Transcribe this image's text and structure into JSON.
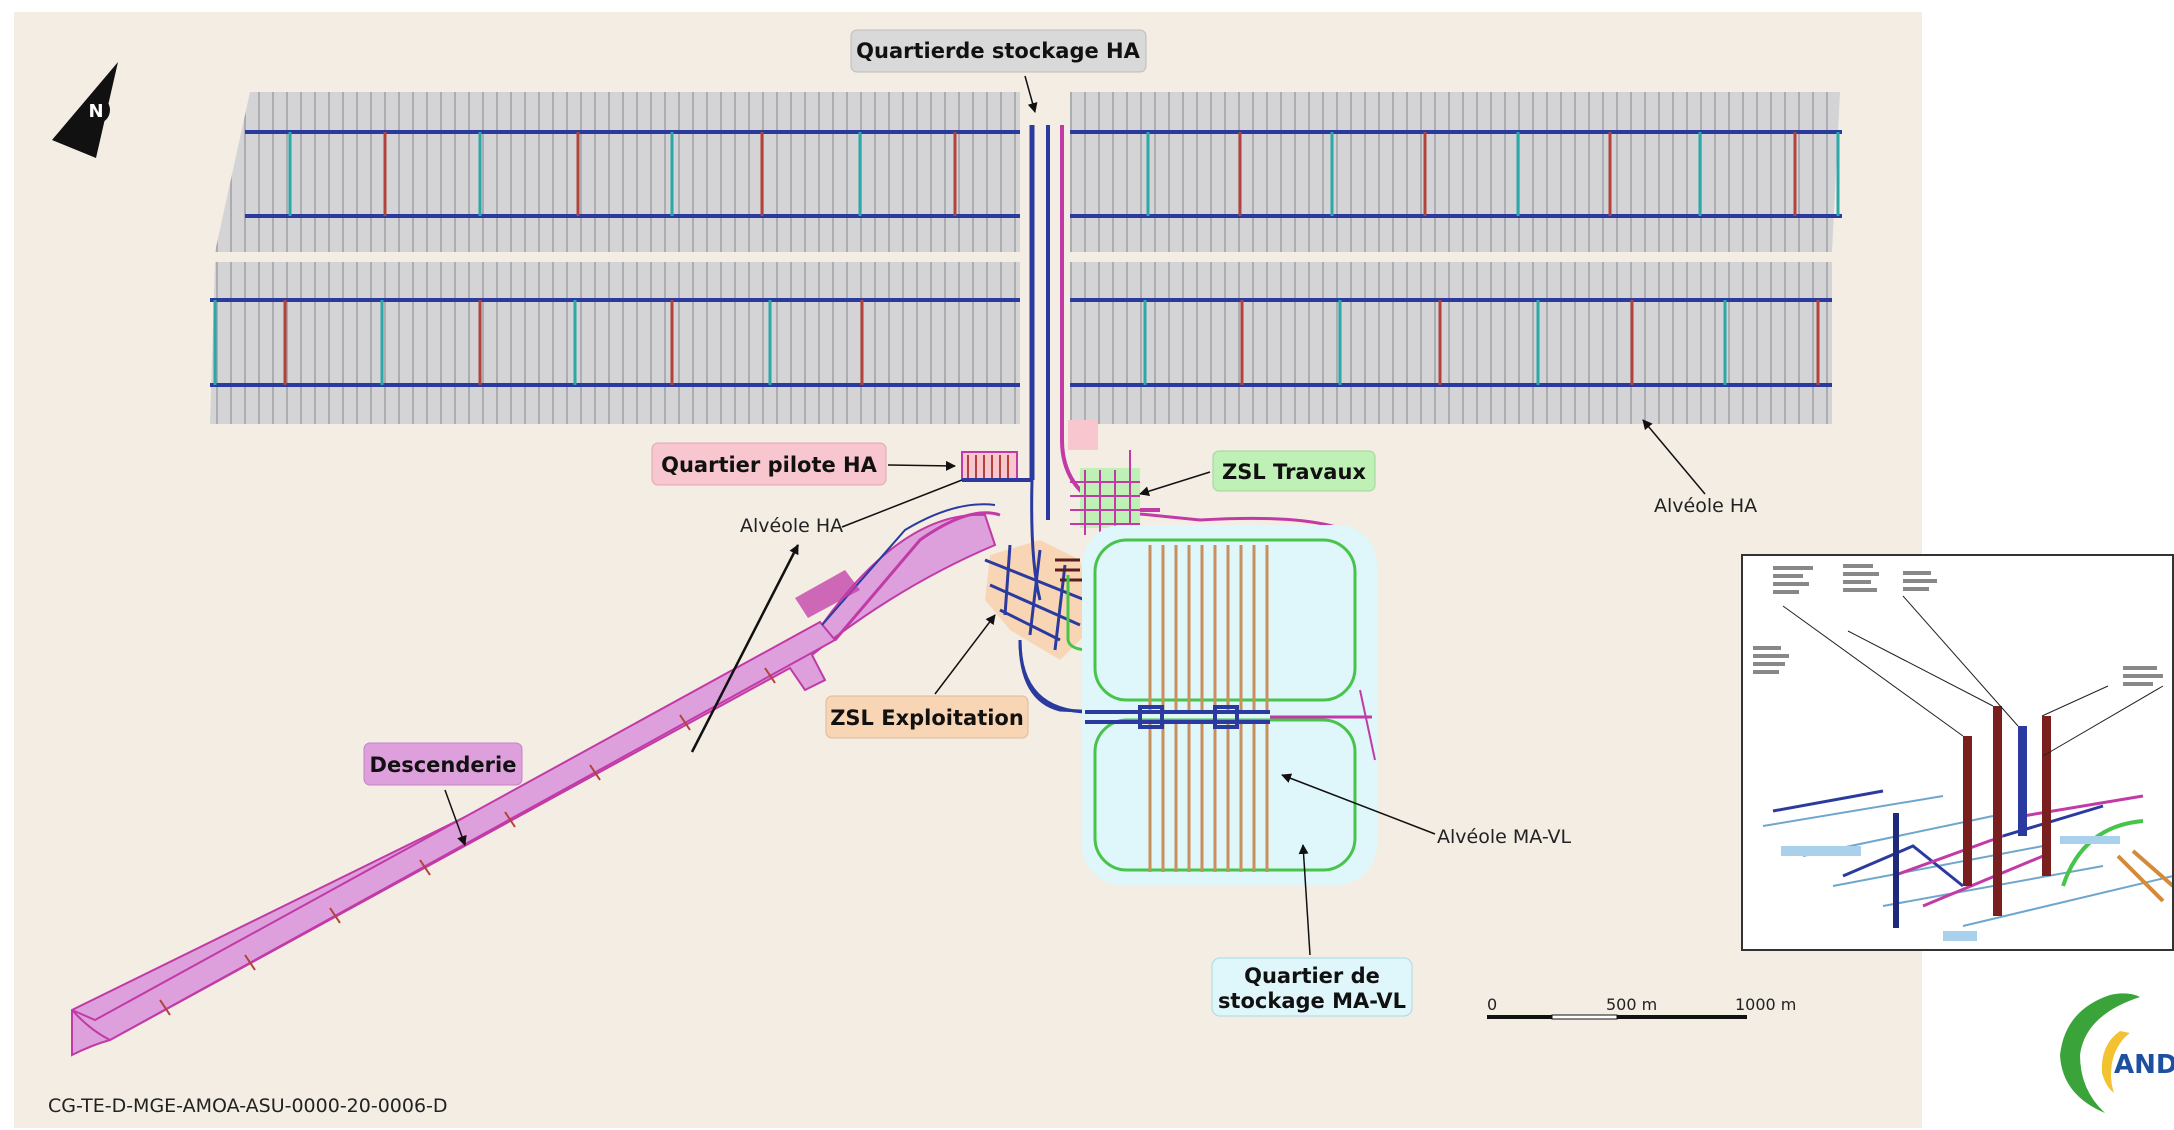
{
  "labels": {
    "quartier_stockage_ha": "Quartierde stockage HA",
    "quartier_pilote_ha": "Quartier pilote HA",
    "zsl_travaux": "ZSL Travaux",
    "zsl_exploitation": "ZSL Exploitation",
    "descenderie": "Descenderie",
    "quartier_stockage_mavl_line1": "Quartier de",
    "quartier_stockage_mavl_line2": "stockage MA-VL",
    "alveole_ha_left": "Alvéole HA",
    "alveole_ha_right": "Alvéole HA",
    "alveole_mavl": "Alvéole MA-VL"
  },
  "scale_bar": {
    "tick_0": "0",
    "tick_500": "500 m",
    "tick_1000": "1000 m"
  },
  "north_arrow": {
    "letter": "N"
  },
  "document_reference": "CG-TE-D-MGE-AMOA-ASU-0000-20-0006-D",
  "logo": {
    "text": "AND"
  },
  "colors": {
    "background": "#f3ede4",
    "ha_zone": "#d4d4d6",
    "drift_blue": "#2b3a9f",
    "drift_magenta": "#c23aa6",
    "descenderie_fill": "#dda0dd",
    "mavl_zone": "#dff6fb",
    "mavl_border": "#47c44a",
    "mavl_cells": "#c98f5c",
    "logo_green": "#3aa33a",
    "logo_blue": "#1f4fa0"
  }
}
